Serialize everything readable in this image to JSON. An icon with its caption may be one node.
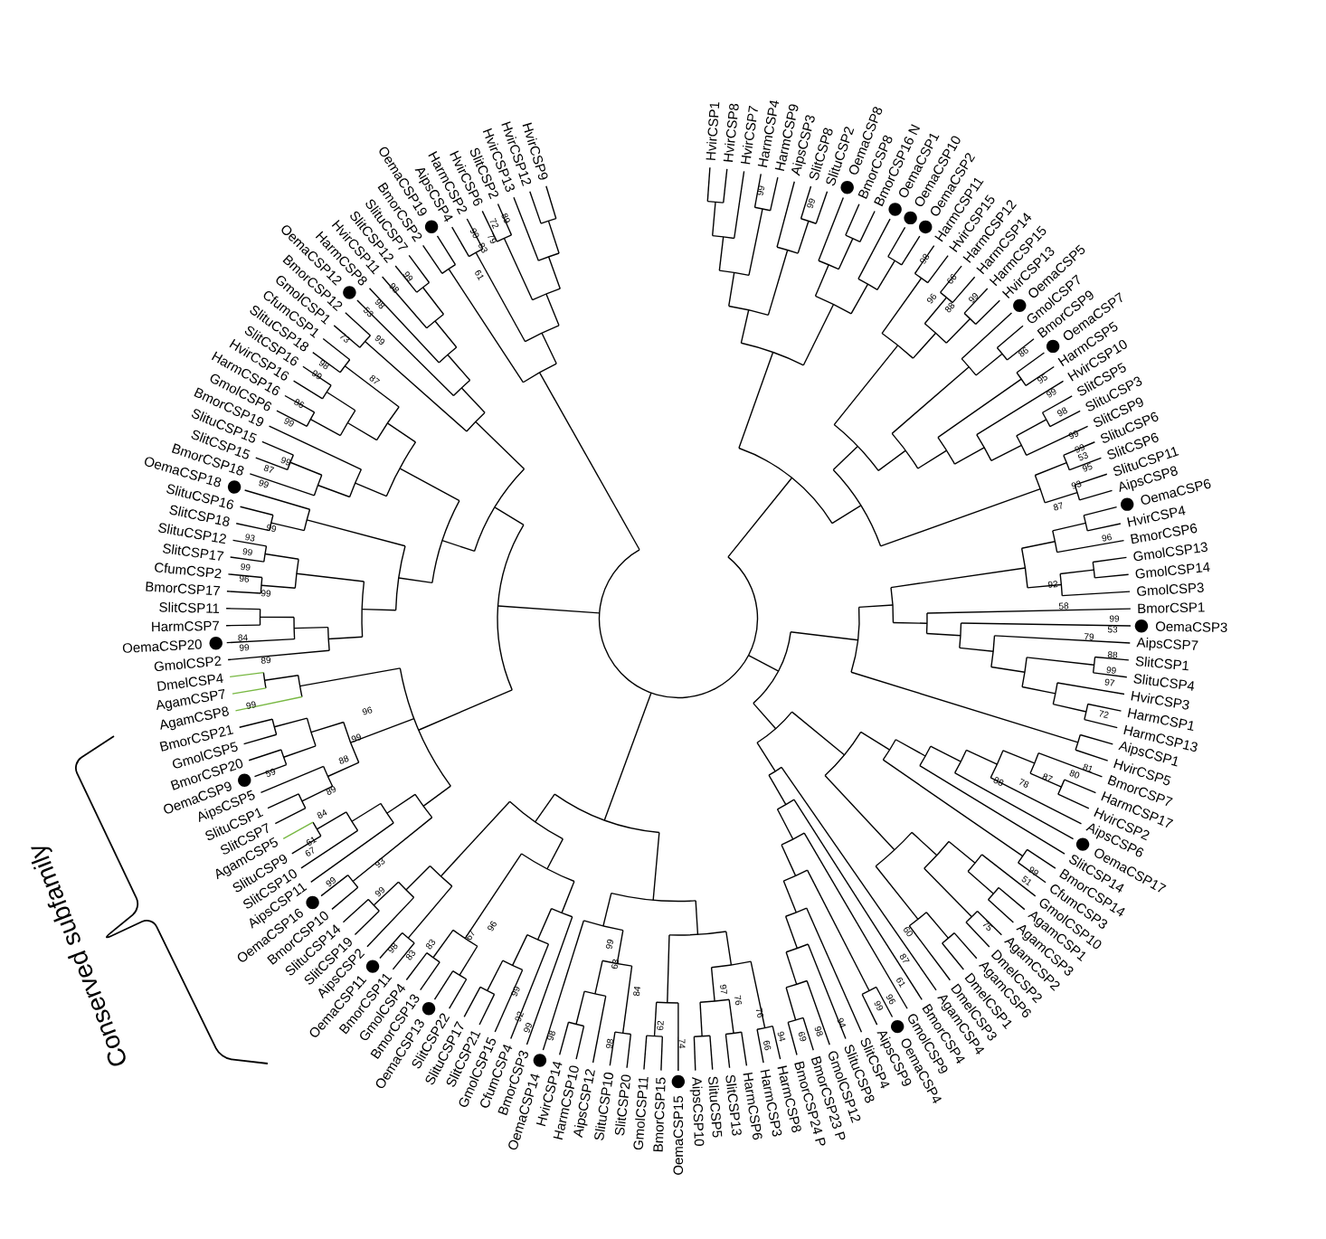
{
  "diagram": {
    "labels": [
      "HvirCSP1",
      "HvirCSP8",
      "HvirCSP7",
      "HarmCSP4",
      "HarmCSP9",
      "AipsCSP3",
      "SlitCSP8",
      "SlituCSP2",
      "OemaCSP8",
      "BmorCSP8",
      "BmorCSP16 N",
      "OemaCSP1",
      "OemaCSP10",
      "OemaCSP2",
      "HarmCSP11",
      "HvirCSP15",
      "HarmCSP12",
      "HarmCSP14",
      "HarmCSP15",
      "HvirCSP13",
      "OemaCSP5",
      "GmolCSP7",
      "BmorCSP9",
      "OemaCSP7",
      "HarmCSP5",
      "HvirCSP10",
      "SlitCSP5",
      "SlituCSP3",
      "SlitCSP9",
      "SlituCSP6",
      "SlitCSP6",
      "SlituCSP11",
      "AipsCSP8",
      "OemaCSP6",
      "HvirCSP4",
      "BmorCSP6",
      "GmolCSP13",
      "GmolCSP14",
      "GmolCSP3",
      "BmorCSP1",
      "OemaCSP3",
      "AipsCSP7",
      "SlitCSP1",
      "SlituCSP4",
      "HvirCSP3",
      "HarmCSP1",
      "HarmCSP13",
      "AipsCSP1",
      "HvirCSP5",
      "BmorCSP7",
      "HarmCSP17",
      "HvirCSP2",
      "AipsCSP6",
      "OemaCSP17",
      "SlitCSP14",
      "BmorCSP14",
      "CfumCSP3",
      "GmolCSP10",
      "AgamCSP1",
      "AgamCSP3",
      "AgamCSP2",
      "DmelCSP2",
      "AgamCSP6",
      "DmelCSP1",
      "DmelCSP3",
      "AgamCSP4",
      "BmorCSP4",
      "GmolCSP9",
      "OemaCSP4",
      "AipsCSP9",
      "SlitCSP4",
      "SlituCSP8",
      "SlituCSP14",
      "SlitCSP19",
      "AipsCSP2",
      "OemaCSP11",
      "BmorCSP11",
      "GmolCSP4",
      "BmorCSP13",
      "OemaCSP13",
      "SlitCSP22",
      "SlituCSP17",
      "SlitCSP21",
      "GmolCSP15",
      "CfumCSP4",
      "BmorCSP3",
      "OemaCSP14",
      "HvirCSP14",
      "HarmCSP10",
      "AipsCSP12",
      "SlituCSP10",
      "SlitCSP20",
      "GmolCSP11",
      "BmorCSP15",
      "OemaCSP15",
      "AipsCSP10",
      "SlituCSP5",
      "SlitCSP13",
      "HarmCSP6",
      "HarmCSP3",
      "HarmCSP8",
      "BmorCSP24 P",
      "BmorCSP23 P",
      "GmolCSP12",
      "BmorCSP10",
      "OemaCSP16",
      "AipsCSP11",
      "SlitCSP10",
      "SlituCSP9",
      "AgamCSP5",
      "SlitCSP7",
      "SlituCSP1",
      "AipsCSP5",
      "OemaCSP9",
      "BmorCSP20",
      "GmolCSP5",
      "BmorCSP21",
      "AgamCSP8",
      "AgamCSP7",
      "DmelCSP4",
      "GmolCSP2",
      "OemaCSP20",
      "HarmCSP7",
      "SlitCSP11",
      "BmorCSP17",
      "CfumCSP2",
      "SlitCSP17",
      "SlituCSP12",
      "SlitCSP18",
      "SlituCSP16",
      "OemaCSP18",
      "BmorCSP18",
      "SlitCSP15",
      "SlituCSP15",
      "BmorCSP19",
      "GmolCSP6",
      "HarmCSP16",
      "HvirCSP16",
      "SlitCSP16",
      "SlituCSP18",
      "CfumCSP1",
      "GmolCSP1",
      "BmorCSP12",
      "OemaCSP12",
      "HarmCSP8",
      "HvirCSP11",
      "SlitCSP12",
      "SlituCSP7",
      "BmorCSP2",
      "OemaCSP19",
      "AipsCSP4",
      "HarmCSP2",
      "HvirCSP6",
      "SlitCSP2",
      "HvirCSP13",
      "HvirCSP12",
      "HvirCSP9",
      "99",
      "98",
      "53",
      "73",
      "98",
      "99",
      "87",
      "98",
      "99",
      "86",
      "99",
      "99",
      "87",
      "99",
      "99",
      "93",
      "99",
      "99",
      "96",
      "99",
      "89",
      "72",
      "79",
      "90",
      "83",
      "61",
      "99",
      "99",
      "98",
      "96",
      "66",
      "99",
      "88",
      "86",
      "95",
      "99",
      "98",
      "99",
      "99",
      "53",
      "95",
      "93",
      "87",
      "96",
      "92",
      "58",
      "79",
      "99",
      "53",
      "88",
      "99",
      "97",
      "72",
      "88",
      "78",
      "87",
      "80",
      "81",
      "51",
      "99",
      "75",
      "60",
      "87",
      "61",
      "96",
      "99",
      "97",
      "76",
      "76",
      "94",
      "69",
      "98",
      "66",
      "94",
      "99",
      "63",
      "84",
      "98",
      "62",
      "74",
      "98",
      "99",
      "92",
      "99",
      "96",
      "67",
      "98",
      "83",
      "83",
      "93",
      "99",
      "99",
      "84",
      "99",
      "89",
      "99",
      "96",
      "99",
      "88",
      "89",
      "84",
      "59",
      "61",
      "67",
      "Conserved subfamily"
    ]
  }
}
